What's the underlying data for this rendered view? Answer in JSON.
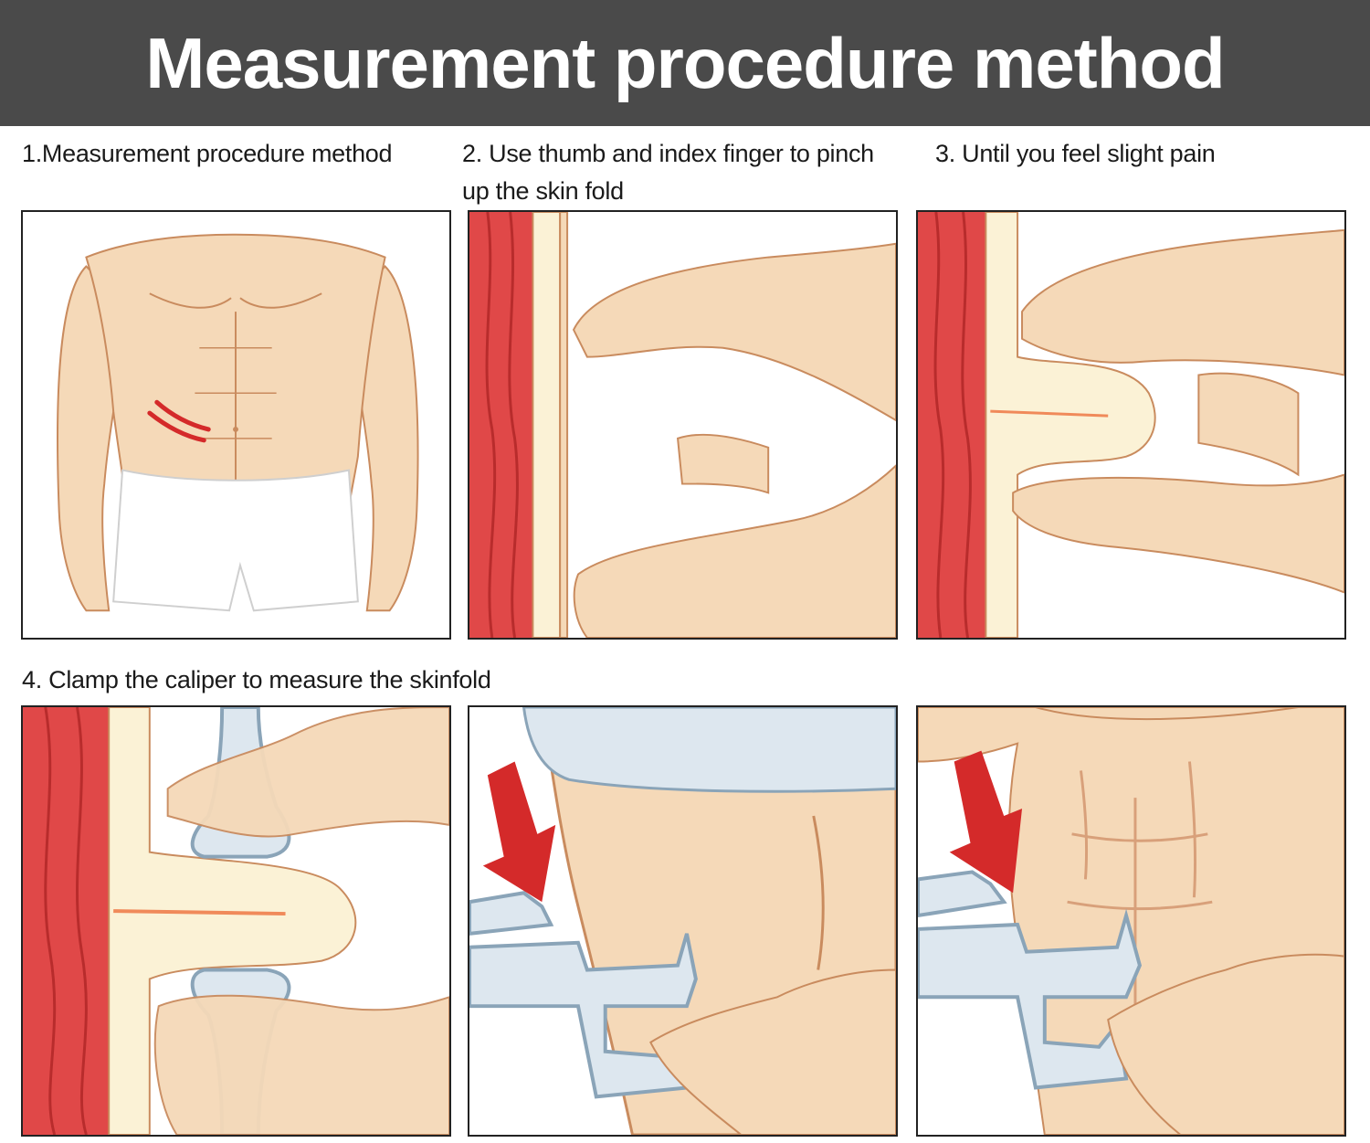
{
  "header": {
    "title": "Measurement procedure method"
  },
  "steps": [
    {
      "caption": "1.Measurement procedure method"
    },
    {
      "caption": "2. Use thumb and index finger to pinch up the skin fold"
    },
    {
      "caption": "3. Until you feel slight pain"
    },
    {
      "caption": "4. Clamp the caliper to measure the skinfold"
    }
  ],
  "colors": {
    "header_bg": "#4a4a4a",
    "skin": "#f5d9b8",
    "skin_outline": "#c98b5e",
    "muscle": "#e04848",
    "fat": "#fbf2d6",
    "caliper": "#dde7ef",
    "caliper_outline": "#8aa4b8",
    "arrow": "#d42a2a"
  },
  "icons": [
    "torso-illustration",
    "pinch-illustration",
    "pinch-pain-illustration",
    "caliper-clamp-illustration",
    "caliper-side-illustration",
    "caliper-front-illustration",
    "down-arrow-icon"
  ]
}
